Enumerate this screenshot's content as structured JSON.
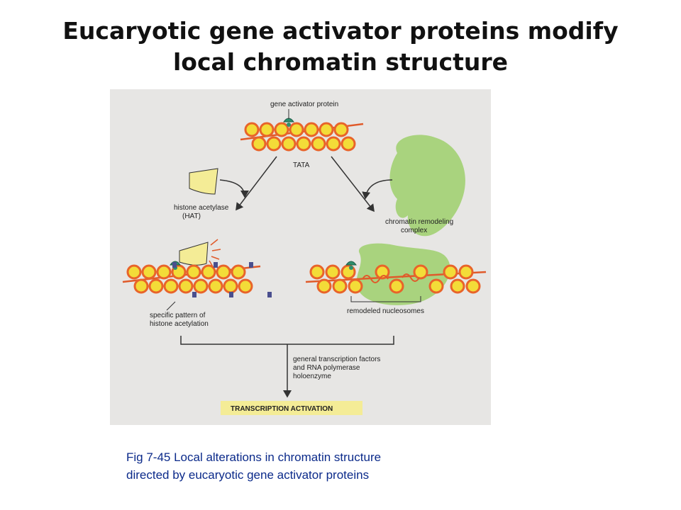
{
  "title": {
    "line1": "Eucaryotic gene activator proteins modify",
    "line2": "local chromatin structure"
  },
  "diagram": {
    "gene_activator_protein": "gene activator protein",
    "tata": "TATA",
    "hat_line1": "histone acetylase",
    "hat_line2": "(HAT)",
    "remodel_line1": "chromatin remodeling",
    "remodel_line2": "complex",
    "acetyl_line1": "specific pattern of",
    "acetyl_line2": "histone acetylation",
    "remodeled": "remodeled nucleosomes",
    "gtf_line1": "general transcription factors",
    "gtf_line2": "and RNA polymerase",
    "gtf_line3": "holoenzyme",
    "activation": "TRANSCRIPTION ACTIVATION",
    "colors": {
      "nucleosome_fill": "#f3dc38",
      "nucleosome_ring": "#e8642a",
      "dna": "#e05a2a",
      "remodeler": "#a9d37e",
      "hat": "#f4ec96",
      "activator": "#2e8f6e",
      "acetyl_mark": "#4a4f8e",
      "activation_box": "#f4ec96"
    }
  },
  "caption": {
    "line1": "Fig 7-45 Local alterations in chromatin structure",
    "line2": "directed by eucaryotic gene activator proteins"
  }
}
